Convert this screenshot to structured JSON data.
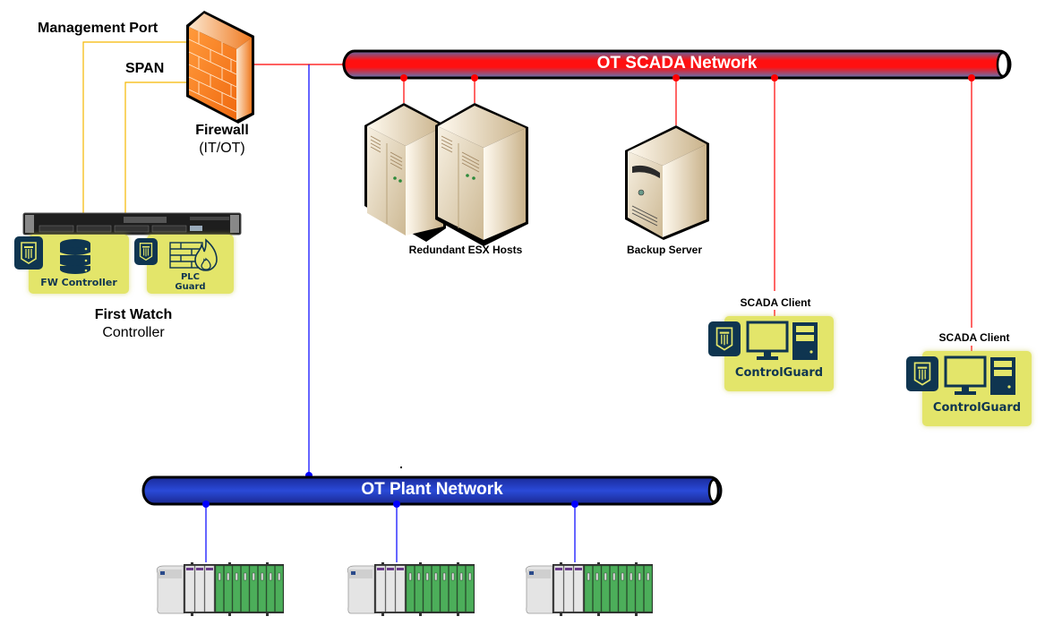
{
  "colors": {
    "scada_wire": "#ff0000",
    "plant_wire": "#0000ff",
    "span_wire": "#f5b800",
    "badge_bg": "#e3e56a",
    "badge_ink": "#0f3550",
    "firewall": "#f47b20"
  },
  "firewall": {
    "icon": "firewall-brick-icon",
    "title": "Firewall",
    "subtitle": "(IT/OT)"
  },
  "connections": {
    "management_port": "Management Port",
    "span": "SPAN"
  },
  "first_watch": {
    "title": "First Watch",
    "subtitle": "Controller",
    "server_icon": "rack-server-icon",
    "modules": [
      {
        "label": "FW Controller",
        "icon": "database-icon",
        "logo": "shield-logo-icon"
      },
      {
        "label_line1": "PLC",
        "label_line2": "Guard",
        "icon": "firewall-flame-icon",
        "logo": "shield-logo-icon"
      }
    ]
  },
  "scada_network": {
    "label": "OT SCADA Network",
    "devices": [
      {
        "label": "Redundant ESX Hosts",
        "icon": "tower-server-pair-icon"
      },
      {
        "label": "Backup Server",
        "icon": "tower-server-icon"
      },
      {
        "label": "SCADA Client",
        "badge": "ControlGuard",
        "icon": "workstation-icon"
      },
      {
        "label": "SCADA Client",
        "badge": "ControlGuard",
        "icon": "workstation-icon"
      }
    ]
  },
  "plant_network": {
    "label": "OT Plant Network",
    "devices": [
      {
        "icon": "plc-rack-icon"
      },
      {
        "icon": "plc-rack-icon"
      },
      {
        "icon": "plc-rack-icon"
      }
    ]
  }
}
